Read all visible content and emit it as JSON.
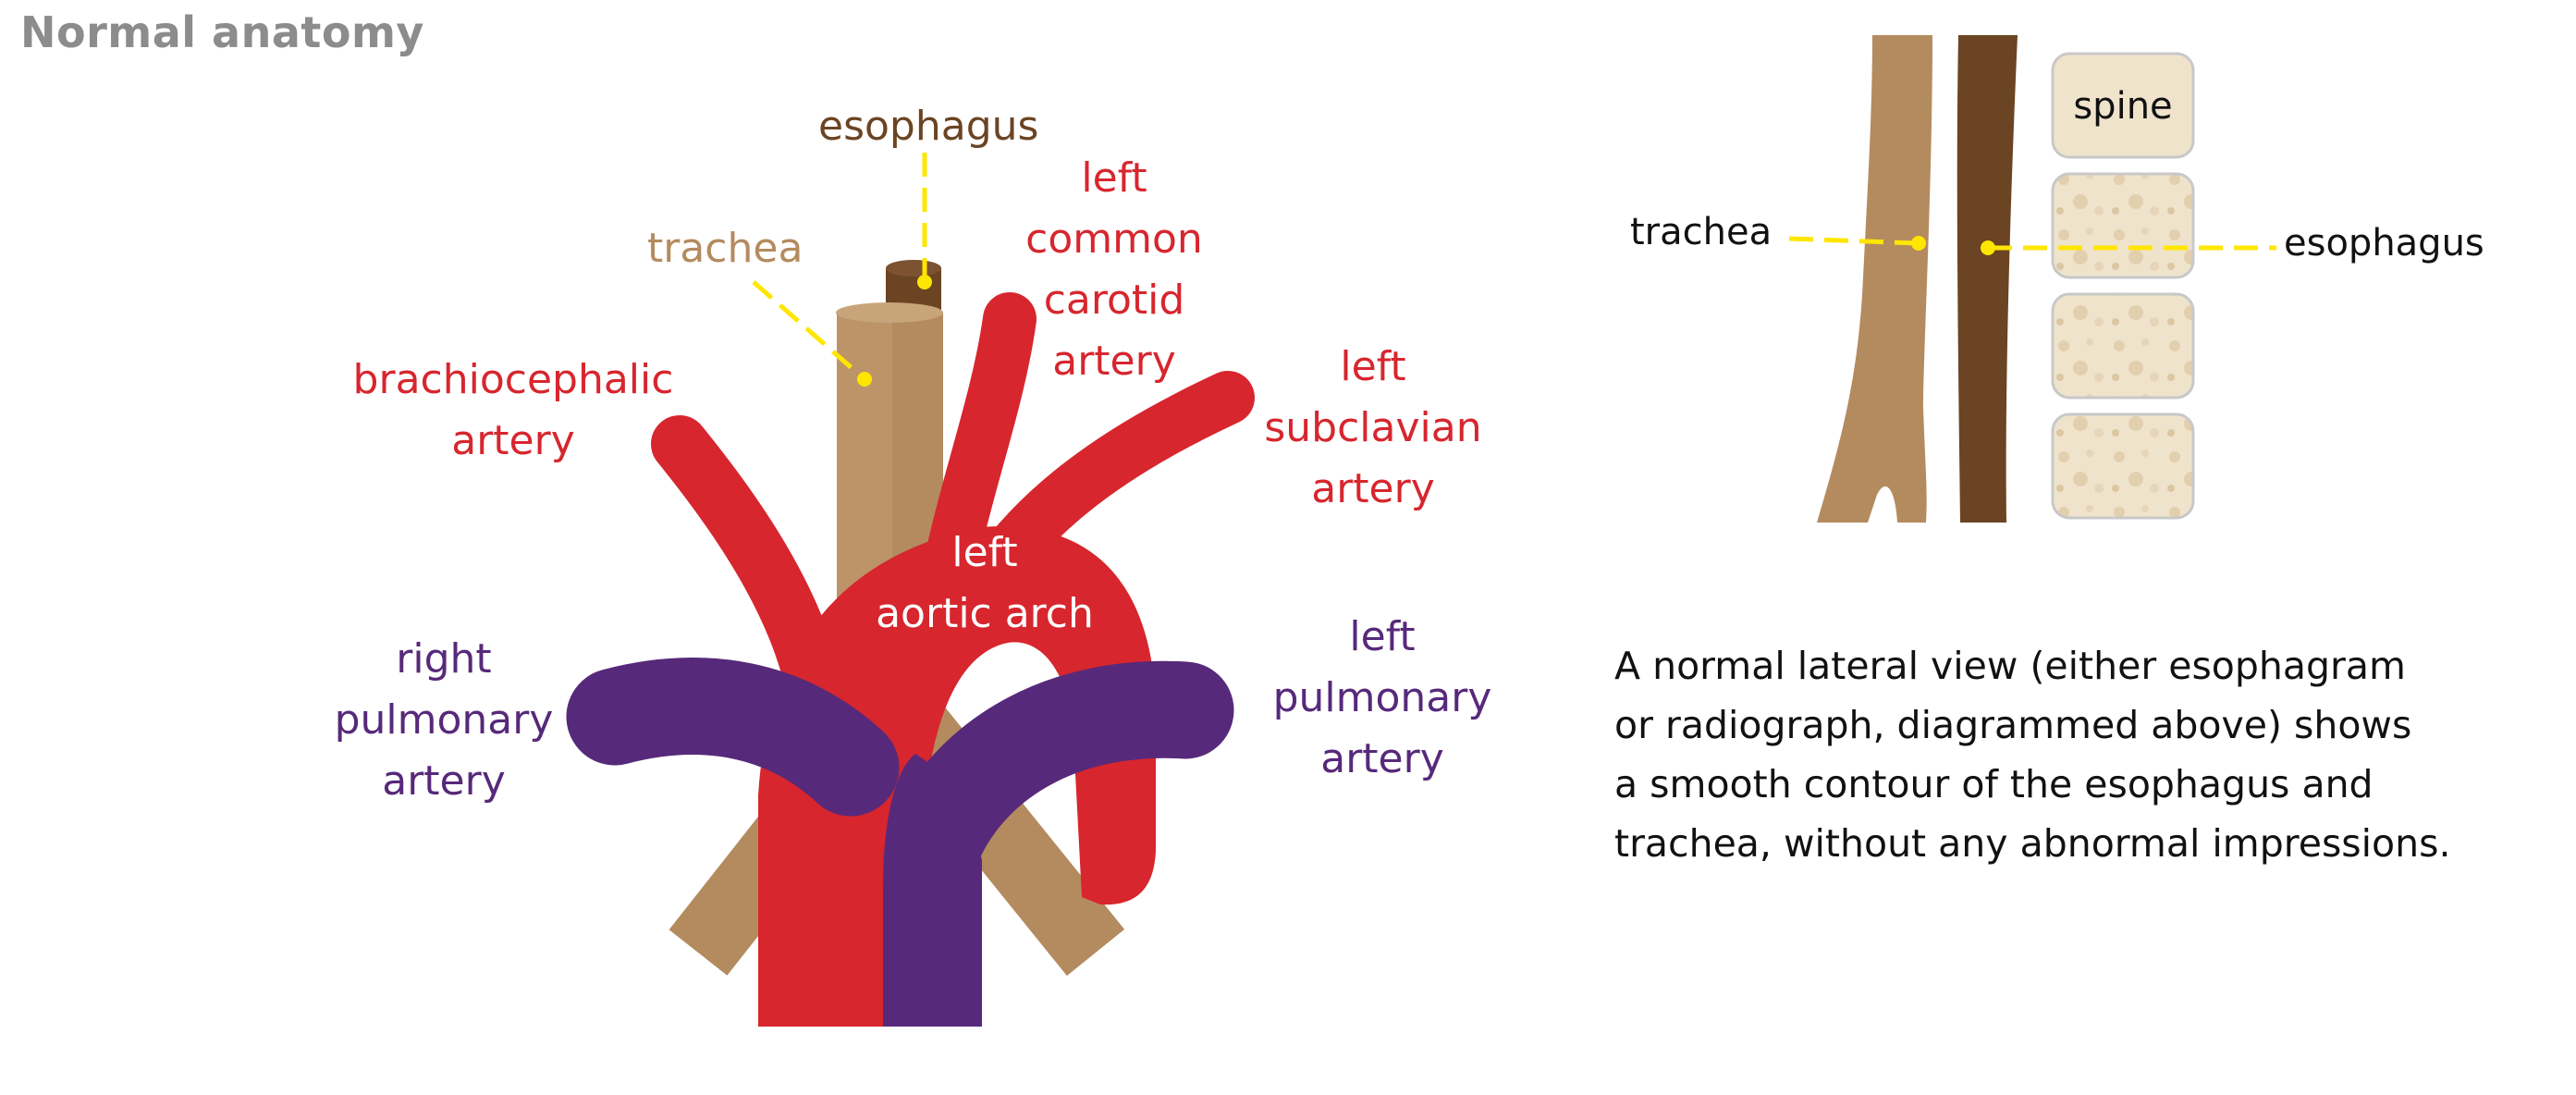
{
  "title": "Normal anatomy",
  "colors": {
    "artery": "#d7262e",
    "pulmonary": "#57297a",
    "trachea": "#b48b5f",
    "esophagus": "#6b4423",
    "spine": "#f0e3cc",
    "pointer": "#ffe600"
  },
  "frontal": {
    "esophagus": "esophagus",
    "trachea": "trachea",
    "left_common_carotid": [
      "left",
      "common",
      "carotid",
      "artery"
    ],
    "brachiocephalic": [
      "brachiocephalic",
      "artery"
    ],
    "left_subclavian": [
      "left",
      "subclavian",
      "artery"
    ],
    "aortic_arch": [
      "left",
      "aortic arch"
    ],
    "right_pulmonary": [
      "right",
      "pulmonary",
      "artery"
    ],
    "left_pulmonary": [
      "left",
      "pulmonary",
      "artery"
    ]
  },
  "lateral": {
    "trachea": "trachea",
    "esophagus": "esophagus",
    "spine": "spine"
  },
  "description": [
    "A normal lateral view (either esophagram",
    "or radiograph, diagrammed above) shows",
    "a smooth contour of the esophagus and",
    "trachea, without any abnormal impressions."
  ]
}
